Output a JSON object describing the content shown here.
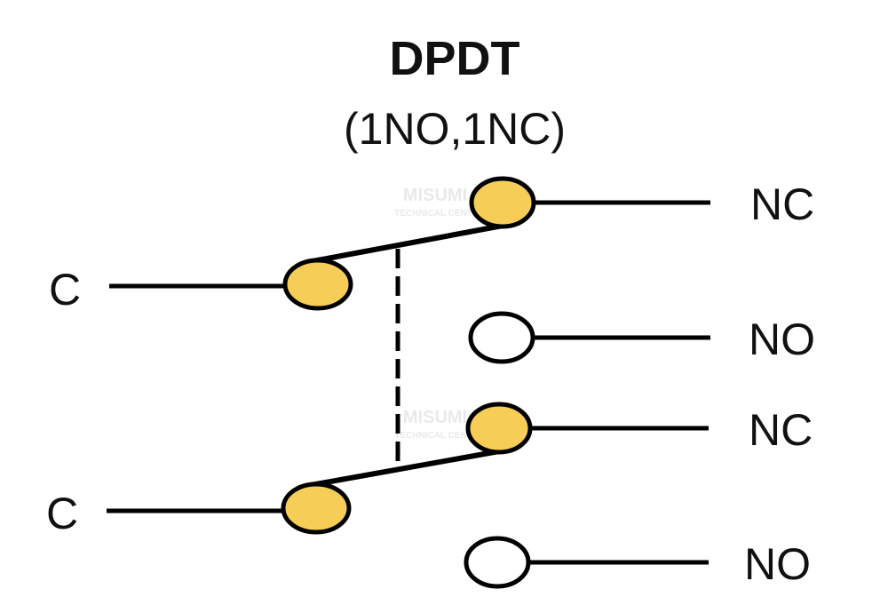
{
  "title": "DPDT",
  "subtitle": "(1NO,1NC)",
  "watermark": "MISUMI TECHNICAL CENTER",
  "colors": {
    "contact_closed": "#F5CD57",
    "contact_open": "#FFFFFF",
    "wire": "#000000"
  },
  "poles": [
    {
      "common_label": "C",
      "nc_label": "NC",
      "no_label": "NO"
    },
    {
      "common_label": "C",
      "nc_label": "NC",
      "no_label": "NO"
    }
  ]
}
